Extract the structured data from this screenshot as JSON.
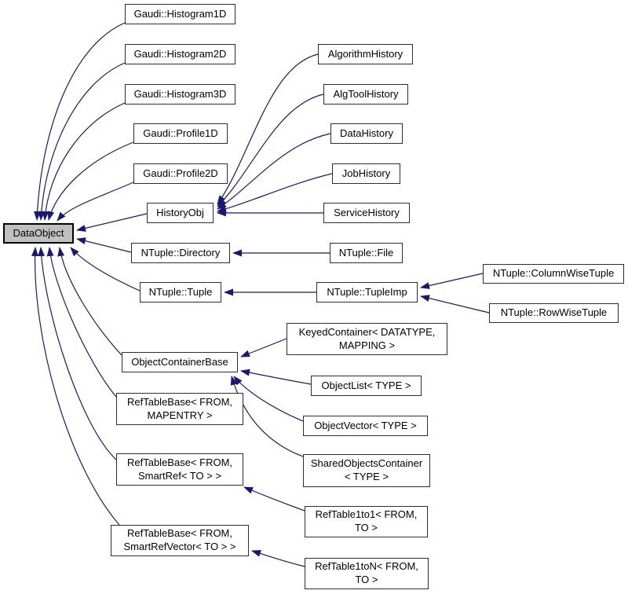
{
  "diagram": {
    "type": "class-inheritance-graph",
    "root_class": "DataObject",
    "colors": {
      "arrow": "#191970",
      "box_border": "#2e2e2e",
      "box_fill": "#ffffff",
      "root_fill": "#c0c0c0",
      "text": "#000000",
      "background": "#ffffff"
    },
    "nodes": {
      "dataobject": {
        "label": "DataObject"
      },
      "hist1d": {
        "label": "Gaudi::Histogram1D"
      },
      "hist2d": {
        "label": "Gaudi::Histogram2D"
      },
      "hist3d": {
        "label": "Gaudi::Histogram3D"
      },
      "prof1d": {
        "label": "Gaudi::Profile1D"
      },
      "prof2d": {
        "label": "Gaudi::Profile2D"
      },
      "historyobj": {
        "label": "HistoryObj"
      },
      "alghistory": {
        "label": "AlgorithmHistory"
      },
      "algtoolhistory": {
        "label": "AlgToolHistory"
      },
      "datahistory": {
        "label": "DataHistory"
      },
      "jobhistory": {
        "label": "JobHistory"
      },
      "servicehistory": {
        "label": "ServiceHistory"
      },
      "ntdirectory": {
        "label": "NTuple::Directory"
      },
      "ntfile": {
        "label": "NTuple::File"
      },
      "nttuple": {
        "label": "NTuple::Tuple"
      },
      "nttupleimp": {
        "label": "NTuple::TupleImp"
      },
      "ntcolumnwise": {
        "label": "NTuple::ColumnWiseTuple"
      },
      "ntrowwise": {
        "label": "NTuple::RowWiseTuple"
      },
      "keyedcontainer": {
        "label": "KeyedContainer< DATATYPE,\nMAPPING >"
      },
      "objectcontainerbase": {
        "label": "ObjectContainerBase"
      },
      "objectlist": {
        "label": "ObjectList< TYPE >"
      },
      "objectvector": {
        "label": "ObjectVector< TYPE >"
      },
      "sharedobjects": {
        "label": "SharedObjectsContainer\n< TYPE >"
      },
      "rtbmapentry": {
        "label": "RefTableBase< FROM,\nMAPENTRY >"
      },
      "rtbsmartref": {
        "label": "RefTableBase< FROM,\nSmartRef< TO > >"
      },
      "reftable1to1": {
        "label": "RefTable1to1< FROM,\nTO >"
      },
      "rtbsmartrefvector": {
        "label": "RefTableBase< FROM,\nSmartRefVector< TO > >"
      },
      "reftable1ton": {
        "label": "RefTable1toN< FROM,\nTO >"
      }
    },
    "edges": [
      {
        "from": "Gaudi::Histogram1D",
        "to": "DataObject"
      },
      {
        "from": "Gaudi::Histogram2D",
        "to": "DataObject"
      },
      {
        "from": "Gaudi::Histogram3D",
        "to": "DataObject"
      },
      {
        "from": "Gaudi::Profile1D",
        "to": "DataObject"
      },
      {
        "from": "Gaudi::Profile2D",
        "to": "DataObject"
      },
      {
        "from": "HistoryObj",
        "to": "DataObject"
      },
      {
        "from": "NTuple::Directory",
        "to": "DataObject"
      },
      {
        "from": "NTuple::Tuple",
        "to": "DataObject"
      },
      {
        "from": "ObjectContainerBase",
        "to": "DataObject"
      },
      {
        "from": "RefTableBase< FROM, MAPENTRY >",
        "to": "DataObject"
      },
      {
        "from": "RefTableBase< FROM, SmartRef< TO > >",
        "to": "DataObject"
      },
      {
        "from": "RefTableBase< FROM, SmartRefVector< TO > >",
        "to": "DataObject"
      },
      {
        "from": "AlgorithmHistory",
        "to": "HistoryObj"
      },
      {
        "from": "AlgToolHistory",
        "to": "HistoryObj"
      },
      {
        "from": "DataHistory",
        "to": "HistoryObj"
      },
      {
        "from": "JobHistory",
        "to": "HistoryObj"
      },
      {
        "from": "ServiceHistory",
        "to": "HistoryObj"
      },
      {
        "from": "NTuple::File",
        "to": "NTuple::Directory"
      },
      {
        "from": "NTuple::TupleImp",
        "to": "NTuple::Tuple"
      },
      {
        "from": "NTuple::ColumnWiseTuple",
        "to": "NTuple::TupleImp"
      },
      {
        "from": "NTuple::RowWiseTuple",
        "to": "NTuple::TupleImp"
      },
      {
        "from": "KeyedContainer< DATATYPE, MAPPING >",
        "to": "ObjectContainerBase"
      },
      {
        "from": "ObjectList< TYPE >",
        "to": "ObjectContainerBase"
      },
      {
        "from": "ObjectVector< TYPE >",
        "to": "ObjectContainerBase"
      },
      {
        "from": "SharedObjectsContainer< TYPE >",
        "to": "ObjectContainerBase"
      },
      {
        "from": "RefTable1to1< FROM, TO >",
        "to": "RefTableBase< FROM, SmartRef< TO > >"
      },
      {
        "from": "RefTable1toN< FROM, TO >",
        "to": "RefTableBase< FROM, SmartRefVector< TO > >"
      }
    ]
  }
}
